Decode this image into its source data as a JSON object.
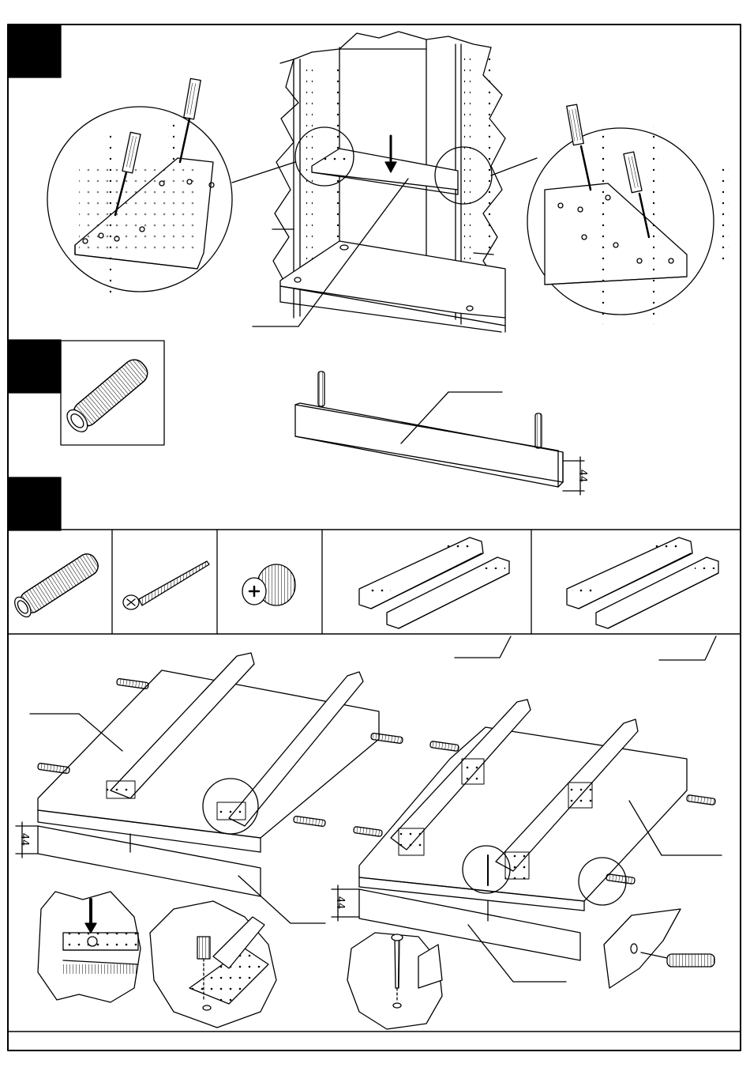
{
  "steps": [
    {
      "id": "step-1",
      "label": ""
    },
    {
      "id": "step-2",
      "label": ""
    },
    {
      "id": "step-3",
      "label": ""
    }
  ],
  "dimensions": {
    "rail_height": "44",
    "left_drawer_front_height": "44",
    "right_drawer_front_height": "44"
  },
  "parts": [
    {
      "name": "wood-dowel",
      "icon": "dowel-icon"
    },
    {
      "name": "wood-screw",
      "icon": "screw-icon"
    },
    {
      "name": "euro-screw",
      "icon": "euro-screw-icon"
    },
    {
      "name": "drawer-slide-pair-left",
      "icon": "drawer-slide-icon"
    },
    {
      "name": "drawer-slide-pair-right",
      "icon": "drawer-slide-icon"
    }
  ],
  "colors": {
    "line": "#000000",
    "paper": "#ffffff",
    "step_block": "#000000"
  }
}
